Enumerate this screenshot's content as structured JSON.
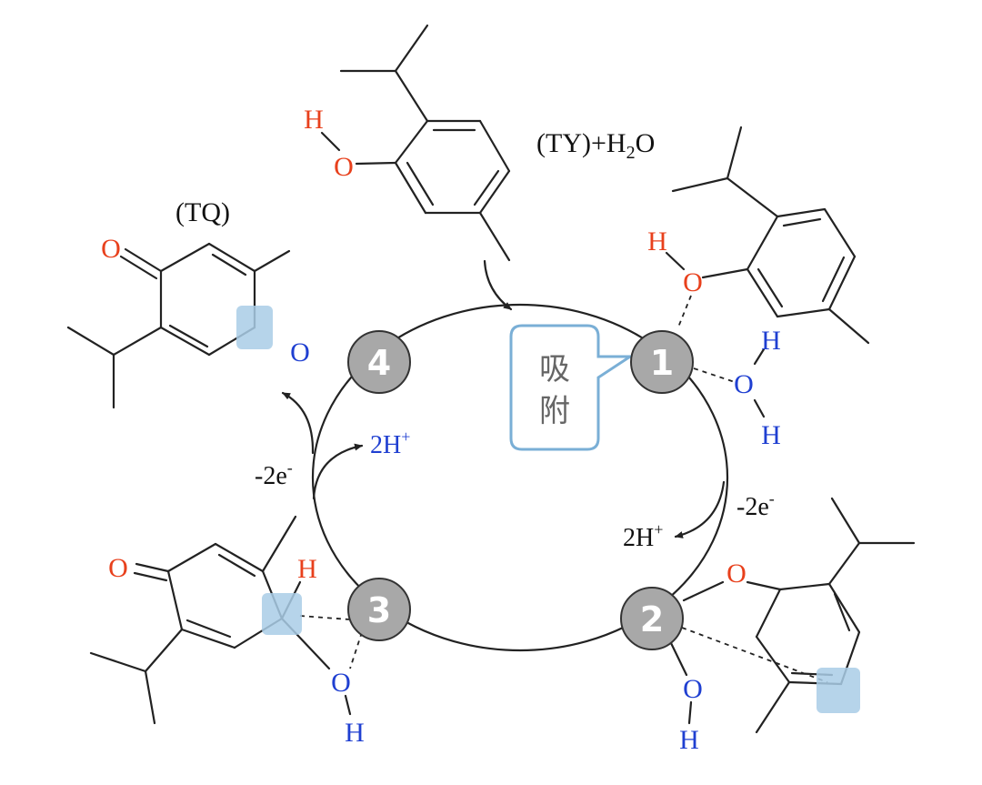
{
  "colors": {
    "oxygen_red": "#e8401c",
    "blue_label": "#1f3fd1",
    "node_fill": "#a8a8a8",
    "highlight": "#a9cde6",
    "callout_stroke": "#7aafd6",
    "bond": "#222222"
  },
  "labels": {
    "ty_water": "(TY)+H",
    "ty_water_sub": "2",
    "ty_water_end": "O",
    "tq": "(TQ)",
    "proton_top": "2H",
    "proton_right": "2H",
    "plus": "+",
    "electrons_left": "-2e",
    "electrons_right": "-2e",
    "minus": "-"
  },
  "nodes": {
    "n1": "1",
    "n2": "2",
    "n3": "3",
    "n4": "4"
  },
  "callout": {
    "line1": "吸",
    "line2": "附"
  },
  "atoms": {
    "H": "H",
    "O": "O"
  }
}
